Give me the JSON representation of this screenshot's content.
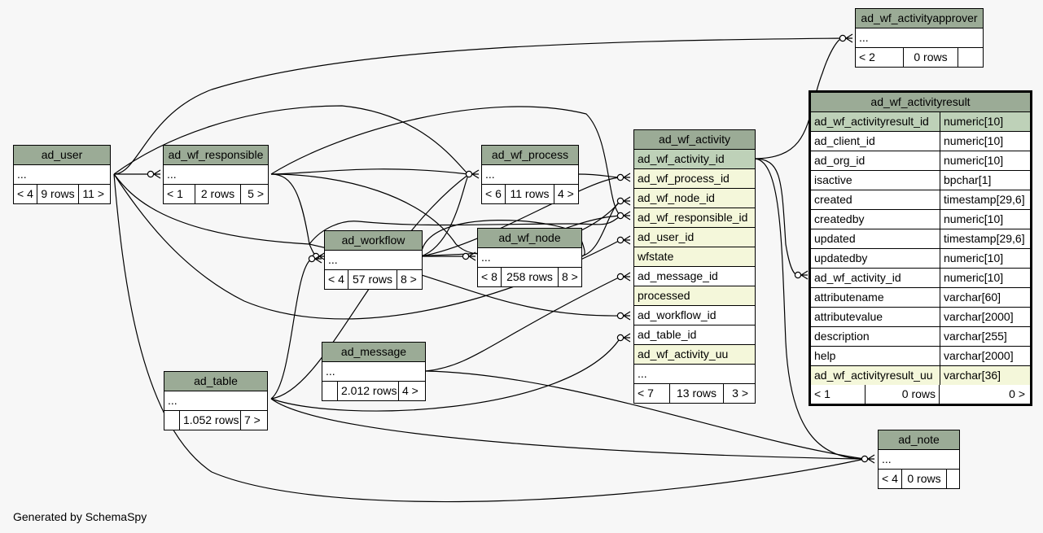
{
  "footer": "Generated by SchemaSpy",
  "tables": {
    "ad_user": {
      "name": "ad_user",
      "ellipsis": "...",
      "parents": "< 4",
      "rows": "9 rows",
      "children": "11 >"
    },
    "ad_wf_responsible": {
      "name": "ad_wf_responsible",
      "ellipsis": "...",
      "parents": "< 1",
      "rows": "2 rows",
      "children": "5 >"
    },
    "ad_wf_process": {
      "name": "ad_wf_process",
      "ellipsis": "...",
      "parents": "< 6",
      "rows": "11 rows",
      "children": "4 >"
    },
    "ad_workflow": {
      "name": "ad_workflow",
      "ellipsis": "...",
      "parents": "< 4",
      "rows": "57 rows",
      "children": "8 >"
    },
    "ad_wf_node": {
      "name": "ad_wf_node",
      "ellipsis": "...",
      "parents": "< 8",
      "rows": "258 rows",
      "children": "8 >"
    },
    "ad_message": {
      "name": "ad_message",
      "ellipsis": "...",
      "parents": "",
      "rows": "2.012 rows",
      "children": "4 >"
    },
    "ad_table": {
      "name": "ad_table",
      "ellipsis": "...",
      "parents": "",
      "rows": "1.052 rows",
      "children": "7 >"
    },
    "ad_wf_activityapprover": {
      "name": "ad_wf_activityapprover",
      "ellipsis": "...",
      "parents": "< 2",
      "rows": "0 rows",
      "children": ""
    },
    "ad_note": {
      "name": "ad_note",
      "ellipsis": "...",
      "parents": "< 4",
      "rows": "0 rows",
      "children": ""
    },
    "ad_wf_activity": {
      "name": "ad_wf_activity",
      "columns": [
        "ad_wf_activity_id",
        "ad_wf_process_id",
        "ad_wf_node_id",
        "ad_wf_responsible_id",
        "ad_user_id",
        "wfstate",
        "ad_message_id",
        "processed",
        "ad_workflow_id",
        "ad_table_id",
        "ad_wf_activity_uu"
      ],
      "ellipsis": "...",
      "parents": "< 7",
      "rows": "13 rows",
      "children": "3 >"
    },
    "ad_wf_activityresult": {
      "name": "ad_wf_activityresult",
      "columns": [
        {
          "name": "ad_wf_activityresult_id",
          "type": "numeric[10]"
        },
        {
          "name": "ad_client_id",
          "type": "numeric[10]"
        },
        {
          "name": "ad_org_id",
          "type": "numeric[10]"
        },
        {
          "name": "isactive",
          "type": "bpchar[1]"
        },
        {
          "name": "created",
          "type": "timestamp[29,6]"
        },
        {
          "name": "createdby",
          "type": "numeric[10]"
        },
        {
          "name": "updated",
          "type": "timestamp[29,6]"
        },
        {
          "name": "updatedby",
          "type": "numeric[10]"
        },
        {
          "name": "ad_wf_activity_id",
          "type": "numeric[10]"
        },
        {
          "name": "attributename",
          "type": "varchar[60]"
        },
        {
          "name": "attributevalue",
          "type": "varchar[2000]"
        },
        {
          "name": "description",
          "type": "varchar[255]"
        },
        {
          "name": "help",
          "type": "varchar[2000]"
        },
        {
          "name": "ad_wf_activityresult_uu",
          "type": "varchar[36]"
        }
      ],
      "parents": "< 1",
      "rows": "0 rows",
      "children": "0 >"
    }
  }
}
